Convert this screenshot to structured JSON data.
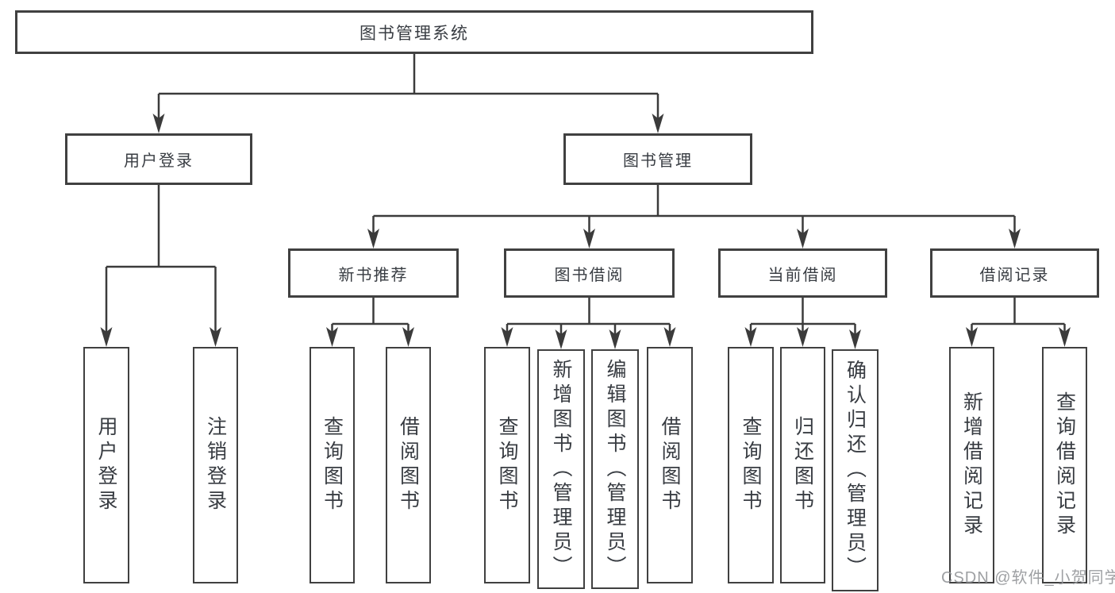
{
  "diagram": {
    "root": {
      "label": "图书管理系统"
    },
    "branches": [
      {
        "label": "用户登录",
        "children": [
          {
            "label": "用户登录"
          },
          {
            "label": "注销登录"
          }
        ]
      },
      {
        "label": "图书管理",
        "children": [
          {
            "label": "新书推荐",
            "children": [
              {
                "label": "查询图书"
              },
              {
                "label": "借阅图书"
              }
            ]
          },
          {
            "label": "图书借阅",
            "children": [
              {
                "label": "查询图书"
              },
              {
                "label": "新增图书（管理员）"
              },
              {
                "label": "编辑图书（管理员）"
              },
              {
                "label": "借阅图书"
              }
            ]
          },
          {
            "label": "当前借阅",
            "children": [
              {
                "label": "查询图书"
              },
              {
                "label": "归还图书"
              },
              {
                "label": "确认归还（管理员）"
              }
            ]
          },
          {
            "label": "借阅记录",
            "children": [
              {
                "label": "新增借阅记录"
              },
              {
                "label": "查询借阅记录"
              }
            ]
          }
        ]
      }
    ]
  },
  "watermark": "CSDN @软件_小贺同学",
  "colors": {
    "line": "#3b3b3b",
    "box_border": "#404040",
    "text": "#383c42",
    "watermark": "#949699",
    "background": "#ffffff"
  }
}
